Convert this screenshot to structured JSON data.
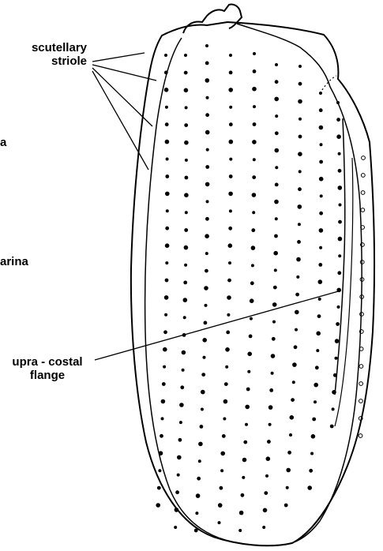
{
  "labels": {
    "scutellary_striole": [
      "scutellary",
      "striole"
    ],
    "left_fragment_1": "a",
    "left_fragment_2": "arina",
    "supra_costal_flange": [
      "upra - costal",
      "flange"
    ]
  },
  "colors": {
    "ink": "#000000",
    "background": "#ffffff"
  }
}
